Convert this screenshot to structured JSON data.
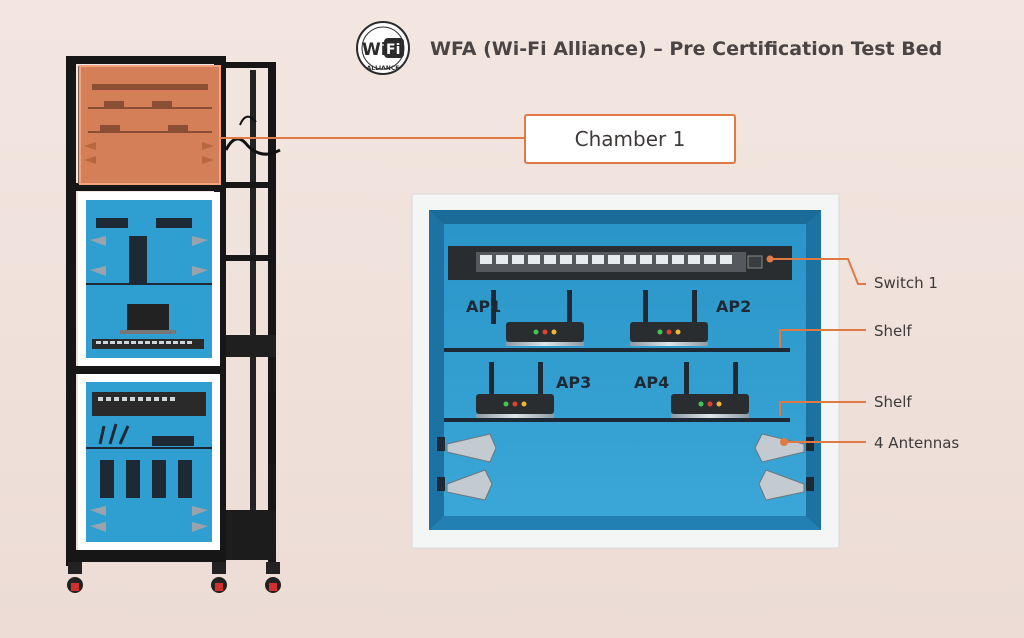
{
  "header": {
    "logo": {
      "top_text": "Wi",
      "badge_text": "Fi",
      "bottom_text": "ALLIANCE"
    },
    "title": "WFA (Wi-Fi Alliance) – Pre Certification Test Bed"
  },
  "callout": {
    "label": "Chamber 1"
  },
  "chamber_labels": {
    "switch": "Switch 1",
    "shelf_upper": "Shelf",
    "shelf_lower": "Shelf",
    "antennas": "4 Antennas"
  },
  "access_points": [
    "AP1",
    "AP2",
    "AP3",
    "AP4"
  ],
  "colors": {
    "accent": "#e07a45",
    "chamber_blue": "#2f9fd1",
    "rack_black": "#1b1b1b",
    "highlight_orange": "#e8865a"
  },
  "icons": [
    "wifi-alliance-logo-icon",
    "router-icon",
    "antenna-panel-icon",
    "network-switch-icon",
    "laptop-icon",
    "caster-wheel-icon"
  ]
}
